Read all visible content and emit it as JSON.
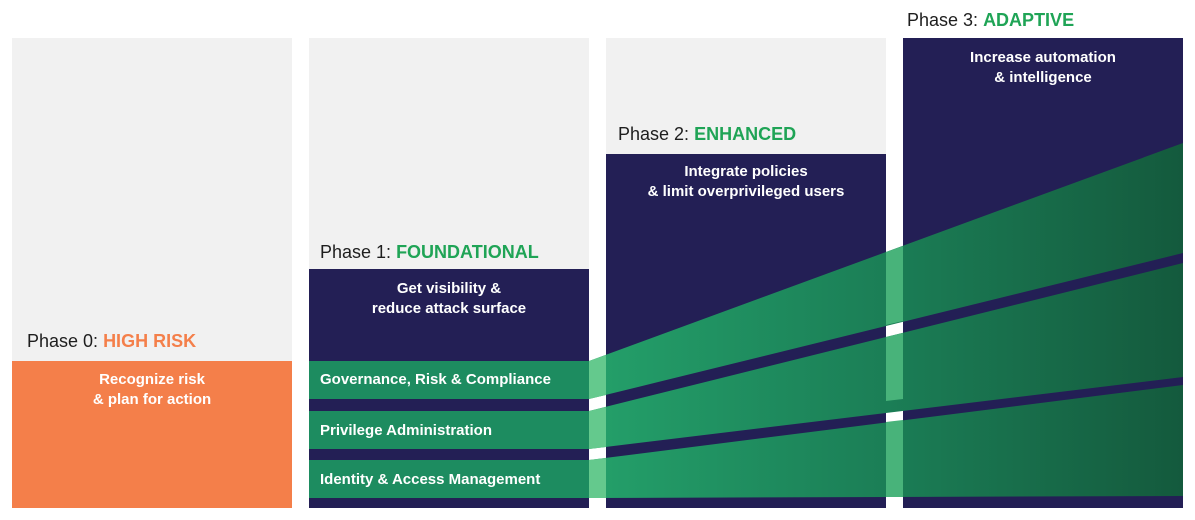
{
  "phases": [
    {
      "prefix": "Phase 0: ",
      "keyword": "HIGH RISK",
      "desc_line1": "Recognize risk",
      "desc_line2": "& plan for action"
    },
    {
      "prefix": "Phase 1: ",
      "keyword": "FOUNDATIONAL",
      "desc_line1": "Get visibility &",
      "desc_line2": "reduce attack surface"
    },
    {
      "prefix": "Phase 2: ",
      "keyword": "ENHANCED",
      "desc_line1": "Integrate policies",
      "desc_line2": "& limit overprivileged users"
    },
    {
      "prefix": "Phase 3: ",
      "keyword": "ADAPTIVE",
      "desc_line1": "Increase automation",
      "desc_line2": "& intelligence"
    }
  ],
  "bands": [
    {
      "label": "Governance, Risk & Compliance"
    },
    {
      "label": "Privilege Administration"
    },
    {
      "label": "Identity & Access Management"
    }
  ],
  "colors": {
    "high_risk": "#f47f4a",
    "phase_keyword": "#1fa456",
    "navy": "#231f55",
    "band_green": "#1d8c60",
    "band_dark_green": "#145a3d",
    "column_bg": "#f1f1f1"
  }
}
